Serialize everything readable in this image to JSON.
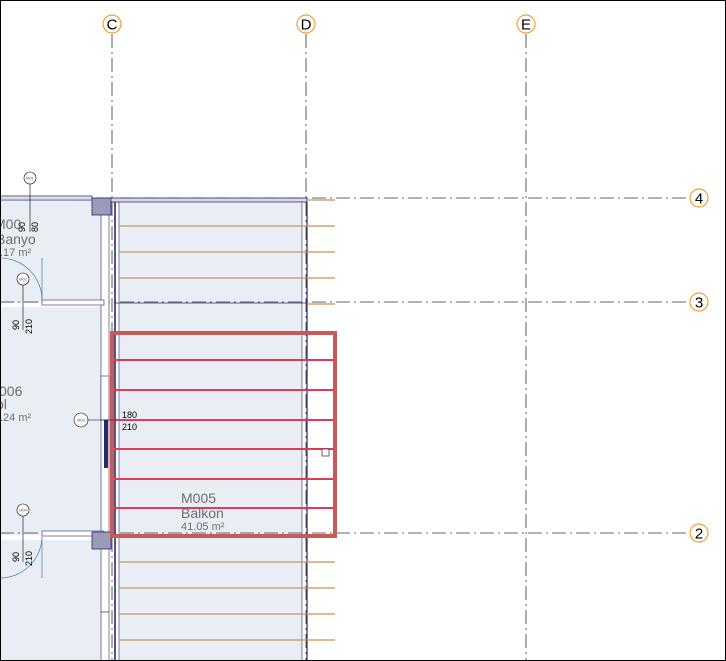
{
  "grid_columns": [
    {
      "label": "C"
    },
    {
      "label": "D"
    },
    {
      "label": "E"
    }
  ],
  "grid_rows": [
    {
      "label": "4"
    },
    {
      "label": "3"
    },
    {
      "label": "2"
    }
  ],
  "rooms": [
    {
      "number": "M00",
      "name": "Banyo",
      "area": ".17 m²"
    },
    {
      "number": "006",
      "name": "ol",
      "area": ".24 m²"
    },
    {
      "number": "M005",
      "name": "Balkon",
      "area": "41.05 m²"
    }
  ],
  "doors": [
    {
      "width": "90",
      "height": "80"
    },
    {
      "width": "90",
      "height": "210"
    },
    {
      "width": "180",
      "height": "210"
    },
    {
      "width": "90",
      "height": "210"
    }
  ],
  "colors": {
    "grid_bubble": "#f0a030",
    "room_fill": "#e9eef5",
    "wall": "#2a2a6a",
    "selection": "#c85a5a",
    "highlight_line": "#e03a5a",
    "railing": "#c8955a",
    "column": "#9b9bb8"
  }
}
